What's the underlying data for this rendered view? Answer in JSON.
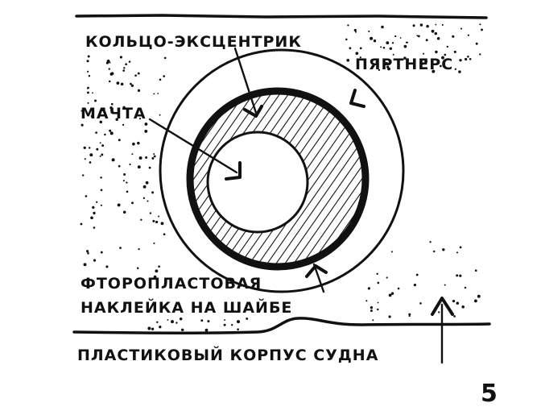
{
  "labels": {
    "ring": "КОЛЬЦО-ЭКСЦЕНТРИК",
    "partners": "ПЯРТНЕРС",
    "mast": "МАЧТА",
    "ptfe_line1": "ФТОРОПЛАСТОВАЯ",
    "ptfe_line2": "НАКЛЕЙКА НА ШАЙБЕ",
    "hull": "ПЛАСТИКОВЫЙ КОРПУС СУДНА"
  },
  "figure_number": "5",
  "colors": {
    "ink": "#111111",
    "paper": "#ffffff"
  }
}
